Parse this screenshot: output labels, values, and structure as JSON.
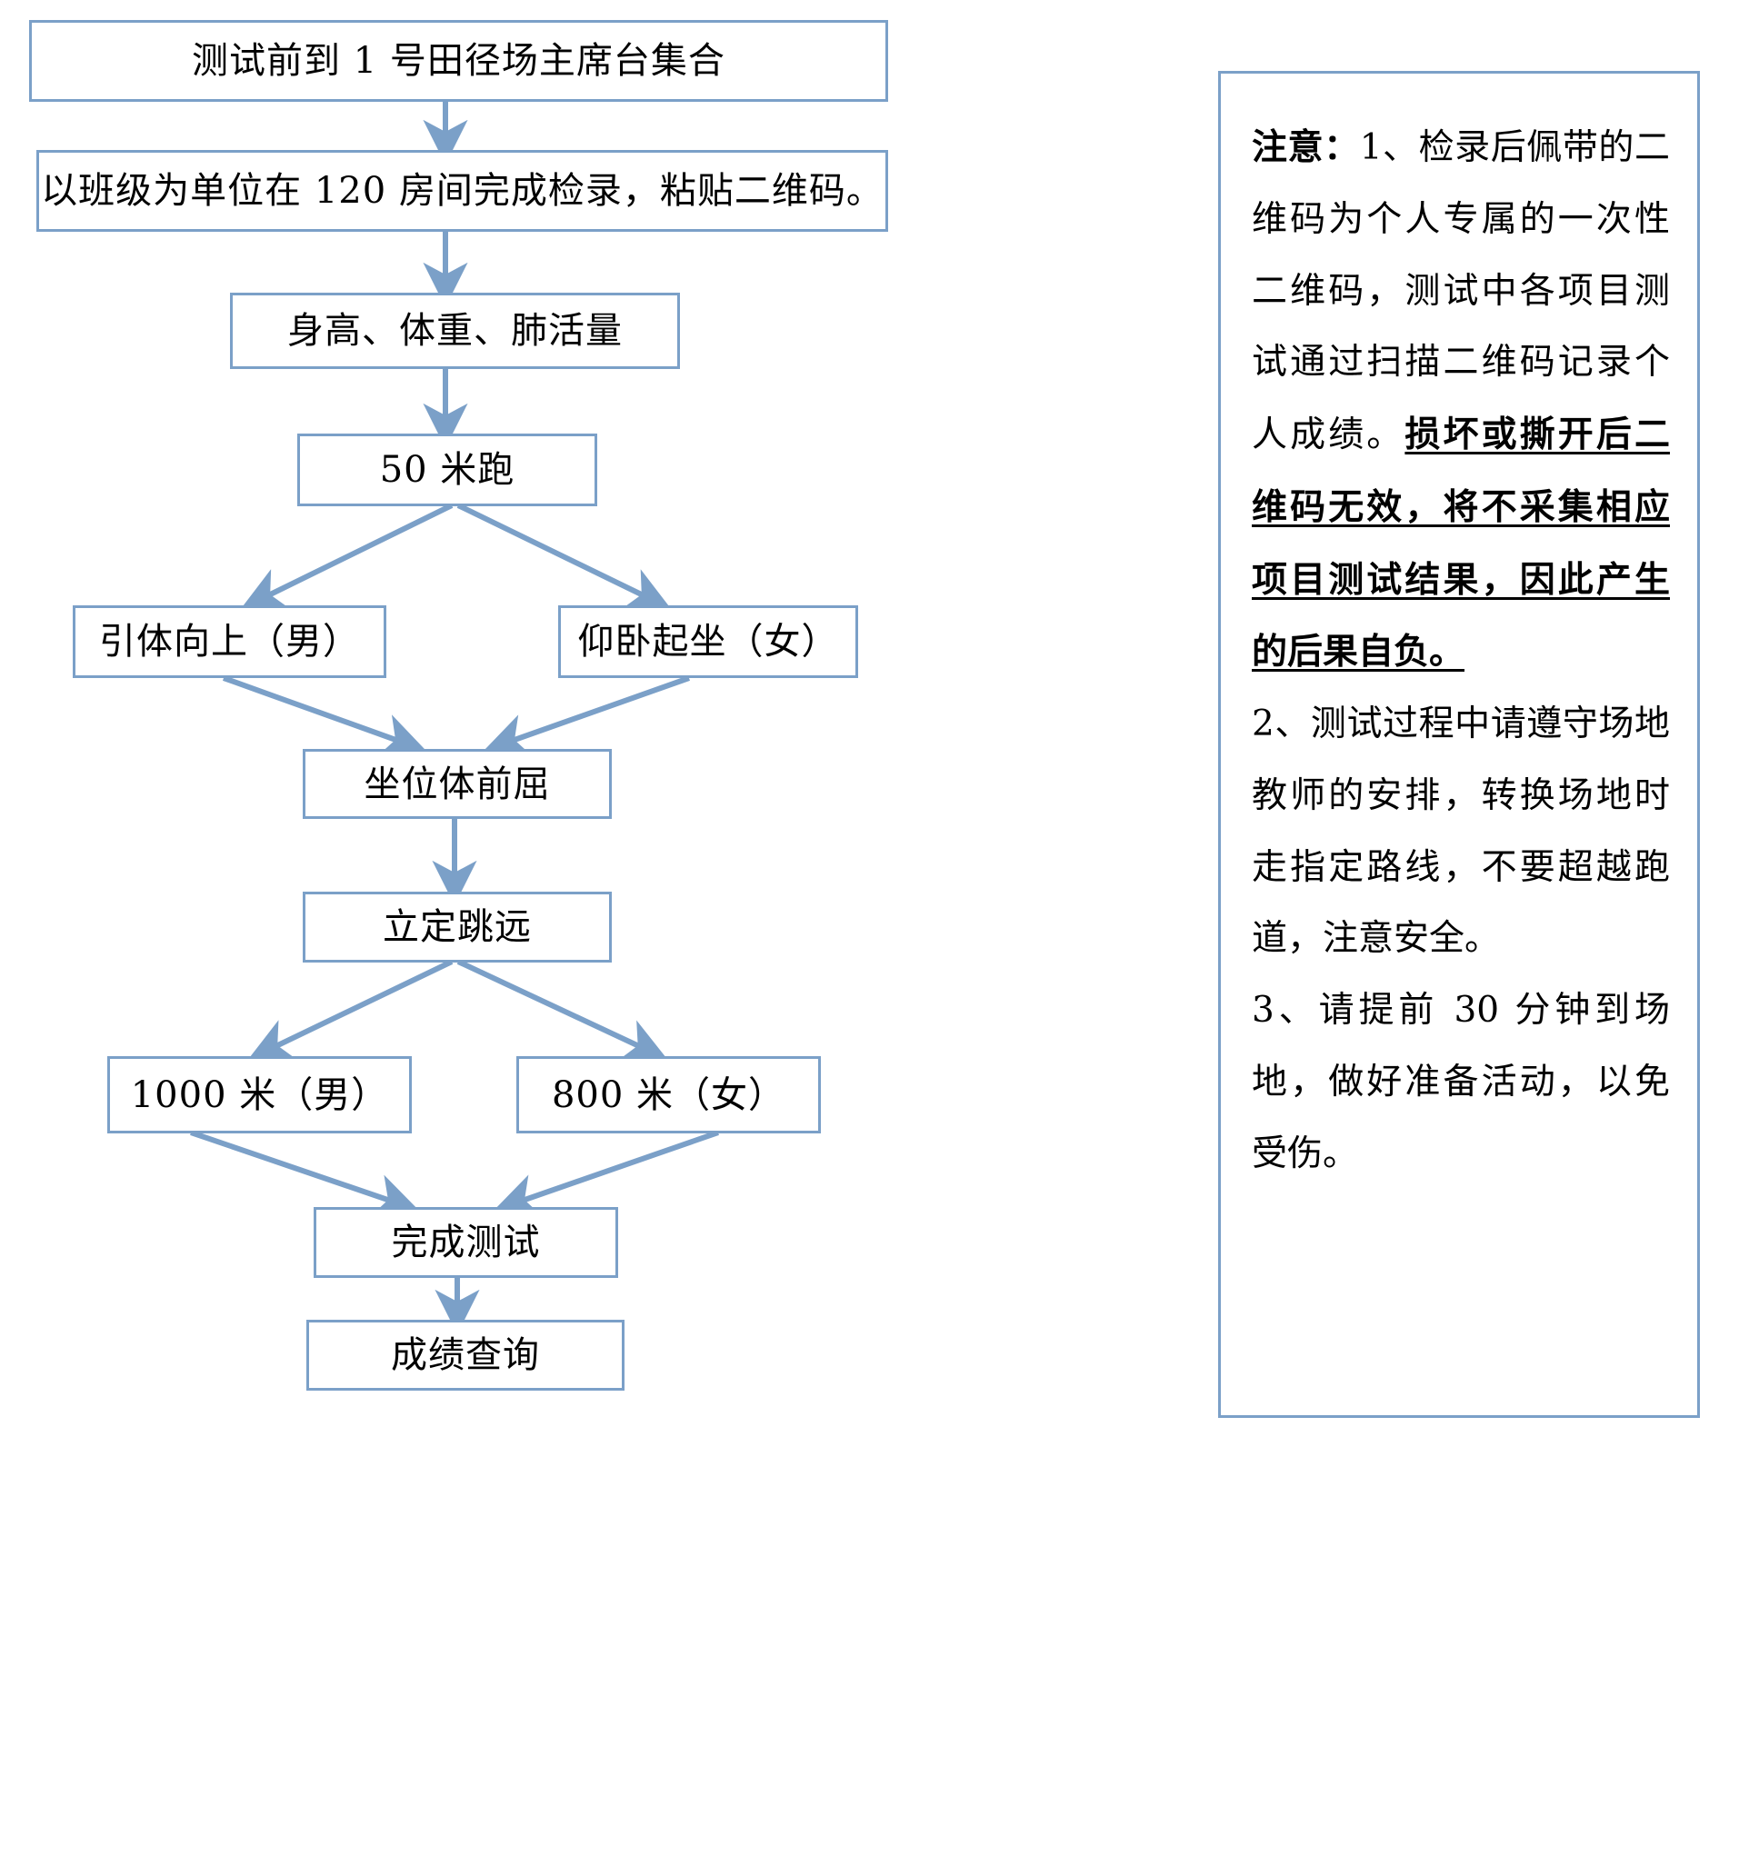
{
  "document": {
    "type": "flowchart",
    "title_present": false,
    "accent_color": "#7ba0c8",
    "background_color": "#ffffff",
    "text_color": "#000000"
  },
  "flow": {
    "nodes": [
      {
        "id": "assemble",
        "label": "测试前到 1 号田径场主席台集合"
      },
      {
        "id": "checkin",
        "label": "以班级为单位在 120 房间完成检录，粘贴二维码。"
      },
      {
        "id": "body",
        "label": "身高、体重、肺活量"
      },
      {
        "id": "sprint50",
        "label": "50 米跑"
      },
      {
        "id": "pullup",
        "label": "引体向上（男）"
      },
      {
        "id": "situp",
        "label": "仰卧起坐（女）"
      },
      {
        "id": "sitreach",
        "label": "坐位体前屈"
      },
      {
        "id": "longjump",
        "label": "立定跳远"
      },
      {
        "id": "run1000",
        "label": "1000 米（男）"
      },
      {
        "id": "run800",
        "label": "800 米（女）"
      },
      {
        "id": "finish",
        "label": "完成测试"
      },
      {
        "id": "query",
        "label": "成绩查询"
      }
    ],
    "edges": [
      {
        "from": "assemble",
        "to": "checkin",
        "kind": "straight-down"
      },
      {
        "from": "checkin",
        "to": "body",
        "kind": "straight-down"
      },
      {
        "from": "body",
        "to": "sprint50",
        "kind": "straight-down"
      },
      {
        "from": "sprint50",
        "to": "pullup",
        "kind": "branch-left"
      },
      {
        "from": "sprint50",
        "to": "situp",
        "kind": "branch-right"
      },
      {
        "from": "pullup",
        "to": "sitreach",
        "kind": "merge-right"
      },
      {
        "from": "situp",
        "to": "sitreach",
        "kind": "merge-left"
      },
      {
        "from": "sitreach",
        "to": "longjump",
        "kind": "straight-down"
      },
      {
        "from": "longjump",
        "to": "run1000",
        "kind": "branch-left"
      },
      {
        "from": "longjump",
        "to": "run800",
        "kind": "branch-right"
      },
      {
        "from": "run1000",
        "to": "finish",
        "kind": "merge-right"
      },
      {
        "from": "run800",
        "to": "finish",
        "kind": "merge-left"
      },
      {
        "from": "finish",
        "to": "query",
        "kind": "straight-down"
      }
    ]
  },
  "notes": {
    "heading": "注意：",
    "item1_prefix": "1、检录后佩带的二维码为个人专属的一次性二维码，测试中各项目测试通过扫描二维码记录个人成绩。",
    "item1_warning": "损坏或撕开后二维码无效，将不采集相应项目测试结果，因此产生的后果自负。",
    "item2": "2、测试过程中请遵守场地教师的安排，转换场地时走指定路线，不要超越跑道，注意安全。",
    "item3": "3、请提前 30 分钟到场地，做好准备活动，以免受伤。"
  }
}
